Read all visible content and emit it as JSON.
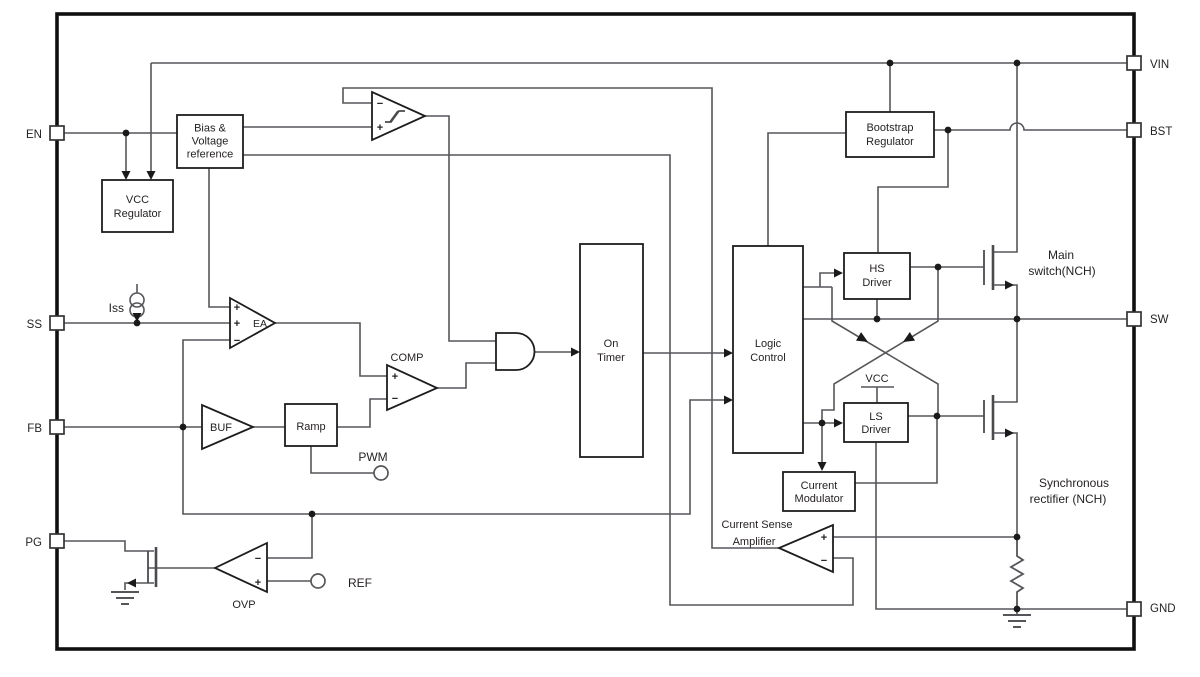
{
  "pins": {
    "en": "EN",
    "ss": "SS",
    "fb": "FB",
    "pg": "PG",
    "vin": "VIN",
    "bst": "BST",
    "sw": "SW",
    "gnd": "GND"
  },
  "blocks": {
    "bias": {
      "l1": "Bias &",
      "l2": "Voltage",
      "l3": "reference"
    },
    "vcc_regulator": {
      "l1": "VCC",
      "l2": "Regulator"
    },
    "bootstrap": {
      "l1": "Bootstrap",
      "l2": "Regulator"
    },
    "hs_driver": {
      "l1": "HS",
      "l2": "Driver"
    },
    "ls_driver": {
      "l1": "LS",
      "l2": "Driver"
    },
    "logic_control": {
      "l1": "Logic",
      "l2": "Control"
    },
    "on_timer": {
      "l1": "On",
      "l2": "Timer"
    },
    "current_modulator": {
      "l1": "Current",
      "l2": "Modulator"
    },
    "ramp": "Ramp"
  },
  "amplifiers": {
    "ea": "EA",
    "buf": "BUF",
    "comp": "COMP",
    "ovp": "OVP",
    "csa": {
      "l1": "Current Sense",
      "l2": "Amplifier"
    }
  },
  "signals": {
    "iss": "Iss",
    "pwm": "PWM",
    "ref": "REF",
    "vcc_supply": "VCC"
  },
  "fets": {
    "main": {
      "l1": "Main",
      "l2": "switch(NCH)"
    },
    "sync": {
      "l1": "Synchronous",
      "l2": "rectifier (NCH)"
    }
  },
  "signs": {
    "plus": "+",
    "minus": "−"
  },
  "colors": {
    "wire": "#55565a",
    "box_stroke": "#1d1d1f",
    "text": "#231f20",
    "background": "#ffffff"
  }
}
